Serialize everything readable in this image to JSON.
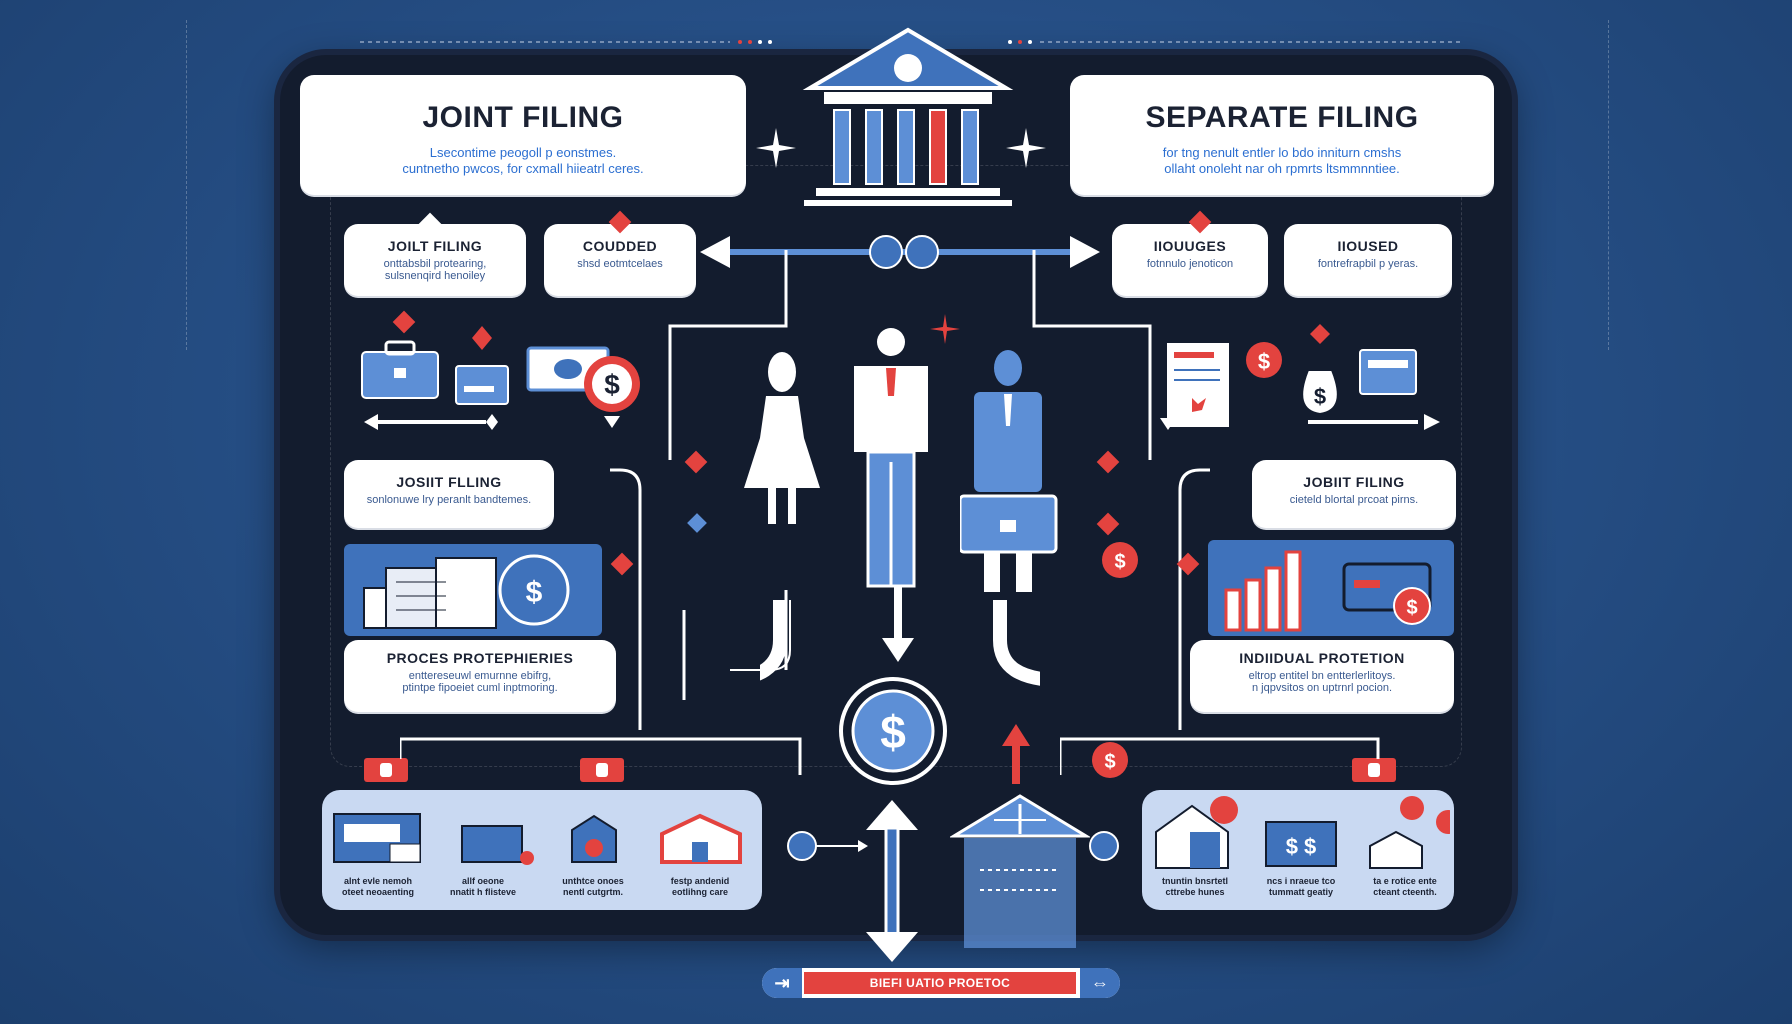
{
  "colors": {
    "background": "#264f86",
    "board": "#131c2e",
    "accent_red": "#e3433f",
    "accent_blue": "#3f72bb",
    "card": "#ffffff"
  },
  "joint": {
    "title": "JOINT FILING",
    "desc_line1": "Lsecontime peogoll p eonstmes.",
    "desc_line2": "cuntnetho pwcos, for cxmall hiieatrl ceres.",
    "card1_title": "JOILT FILING",
    "card1_sub1": "onttabsbil protearing,",
    "card1_sub2": "sulsnenqird henoiley",
    "card2_title": "COUDDED",
    "card2_sub": "shsd eotmtcelaes",
    "card3_title": "JOSIIT FLLING",
    "card3_sub": "sonlonuwe lry peranlt bandtemes.",
    "card4_title": "PROCES PROTEPHIERIES",
    "card4_sub1": "enttereseuwl emurnne ebifrg,",
    "card4_sub2": "ptintpe fipoeiet cuml inptmoring.",
    "captions": [
      [
        "alnt evle nemoh",
        "oteet neoaenting"
      ],
      [
        "allf oeone",
        "nnatit h flisteve"
      ],
      [
        "unthtce onoes",
        "nentl cutgrtm."
      ],
      [
        "festp andenid",
        "eotlihng care"
      ]
    ]
  },
  "separate": {
    "title": "SEPARATE FILING",
    "desc_line1": "for tng nenult entler lo bdo inniturn cmshs",
    "desc_line2": "ollaht onoleht nar oh rpmrts ltsmmnntiee.",
    "card1_title": "IIOUUGES",
    "card1_sub": "fotnnulo jenoticon",
    "card2_title": "IIOUSED",
    "card2_sub": "fontrefrapbil p yeras.",
    "card3_title": "JOBIIT FILING",
    "card3_sub": "cieteld blortal prcoat pirns.",
    "card4_title": "INDIIDUAL PROTETION",
    "card4_sub1": "eltrop entitel bn entterlerlitoys.",
    "card4_sub2": "n jqpvsitos on uptrnrl pocion.",
    "captions": [
      [
        "tnuntin bnsrtetl",
        "cttrebe hunes"
      ],
      [
        "ncs i nraeue tco",
        "tummatt geatiy"
      ],
      [
        "ta e rotice ente",
        "cteant cteenth."
      ]
    ]
  },
  "center": {
    "dollar_symbol": "$",
    "footer_label": "BIEFI UATIO PROETOC",
    "footer_left": "⇥",
    "footer_right": "⇔"
  },
  "icons": [
    "bank-icon",
    "woman-icon",
    "man-icon",
    "businessman-icon",
    "dollar-coin-icon",
    "briefcase-icon",
    "money-bill-icon",
    "house-icon",
    "buildings-icon",
    "bar-chart-icon",
    "credit-card-icon",
    "money-bag-icon",
    "document-icon",
    "scales-icon",
    "arrow-icon"
  ]
}
